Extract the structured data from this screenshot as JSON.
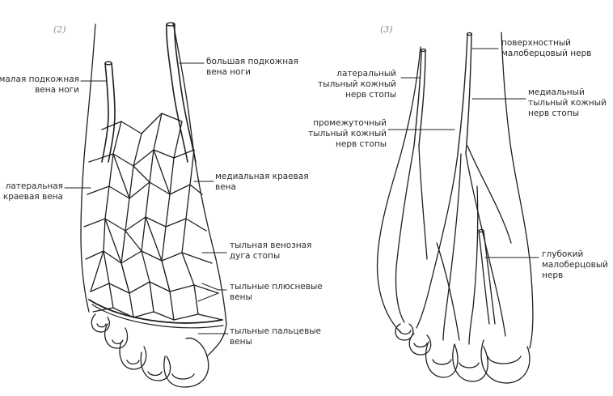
{
  "figures": [
    {
      "number": "(2)",
      "labels": {
        "small_saphenous": "малая подкожная\nвена ноги",
        "great_saphenous": "большая подкожная\nвена ноги",
        "lateral_marginal": "латеральная\nкраевая вена",
        "medial_marginal": "медиальная краевая\nвена",
        "dorsal_venous_arch": "тыльная венозная\nдуга стопы",
        "dorsal_metatarsal": "тыльные плюсневые\nвены",
        "dorsal_digital": "тыльные пальцевые\nвены"
      }
    },
    {
      "number": "(3)",
      "labels": {
        "superficial_peroneal": "поверхностный\nмалоберцовый нерв",
        "lateral_dorsal_cutaneous": "латеральный\nтыльный кожный\nнерв стопы",
        "medial_dorsal_cutaneous": "медиальный\nтыльный кожный\nнерв стопы",
        "intermediate_dorsal_cutaneous": "промежуточный\nтыльный кожный\nнерв стопы",
        "deep_peroneal": "глубокий\nмалоберцовый\nнерв"
      }
    }
  ]
}
